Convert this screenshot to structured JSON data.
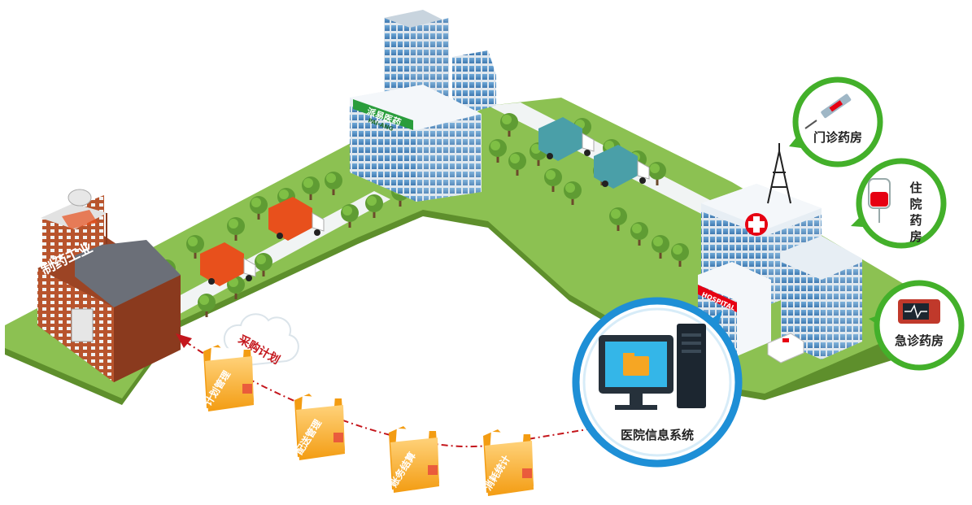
{
  "factory": {
    "label": "制药工业"
  },
  "distributor": {
    "logo_cn": "派易医药",
    "logo_en": "PAI-ANG"
  },
  "hospital": {
    "sign": "HOSPITAL"
  },
  "cloud": {
    "label": "采购计划"
  },
  "folders": [
    {
      "label": "计划管理"
    },
    {
      "label": "配送管理"
    },
    {
      "label": "账务结算"
    },
    {
      "label": "消耗统计"
    }
  ],
  "his": {
    "label": "医院信息系统"
  },
  "pharmacies": [
    {
      "label": "门诊药房",
      "icon": "syringe-icon"
    },
    {
      "label": "住院药房",
      "icon": "blood-bag-icon"
    },
    {
      "label": "急诊药房",
      "icon": "ecg-monitor-icon"
    }
  ],
  "colors": {
    "ground": "#8cc152",
    "ground_edge": "#5e8f2c",
    "road": "#f1f4f4",
    "accent_green": "#43b02a",
    "accent_red": "#e60012",
    "his_blue": "#1e8fd6",
    "folder": "#f6a623",
    "truck": "#e8501c"
  }
}
